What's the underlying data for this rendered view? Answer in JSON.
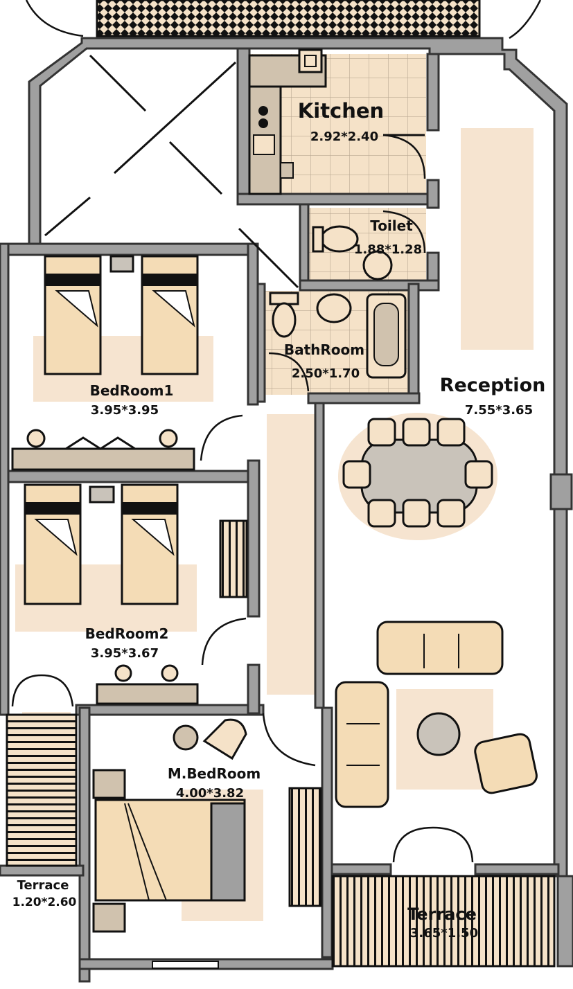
{
  "rooms": {
    "kitchen": {
      "name": "Kitchen",
      "size": "2.92*2.40"
    },
    "toilet": {
      "name": "Toilet",
      "size": "1.88*1.28"
    },
    "bathroom": {
      "name": "BathRoom",
      "size": "2.50*1.70"
    },
    "reception": {
      "name": "Reception",
      "size": "7.55*3.65"
    },
    "bedroom1": {
      "name": "BedRoom1",
      "size": "3.95*3.95"
    },
    "bedroom2": {
      "name": "BedRoom2",
      "size": "3.95*3.67"
    },
    "master_bedroom": {
      "name": "M.BedRoom",
      "size": "4.00*3.82"
    },
    "terrace_small": {
      "name": "Terrace",
      "size": "1.20*2.60"
    },
    "terrace_large": {
      "name": "Terrace",
      "size": "3.65*1.50"
    }
  },
  "colors": {
    "wall": "#a0a0a0",
    "furniture": "#f4dcb6",
    "rug": "#f6e4d0",
    "tile": "#f5e2c8",
    "outline": "#111111"
  }
}
